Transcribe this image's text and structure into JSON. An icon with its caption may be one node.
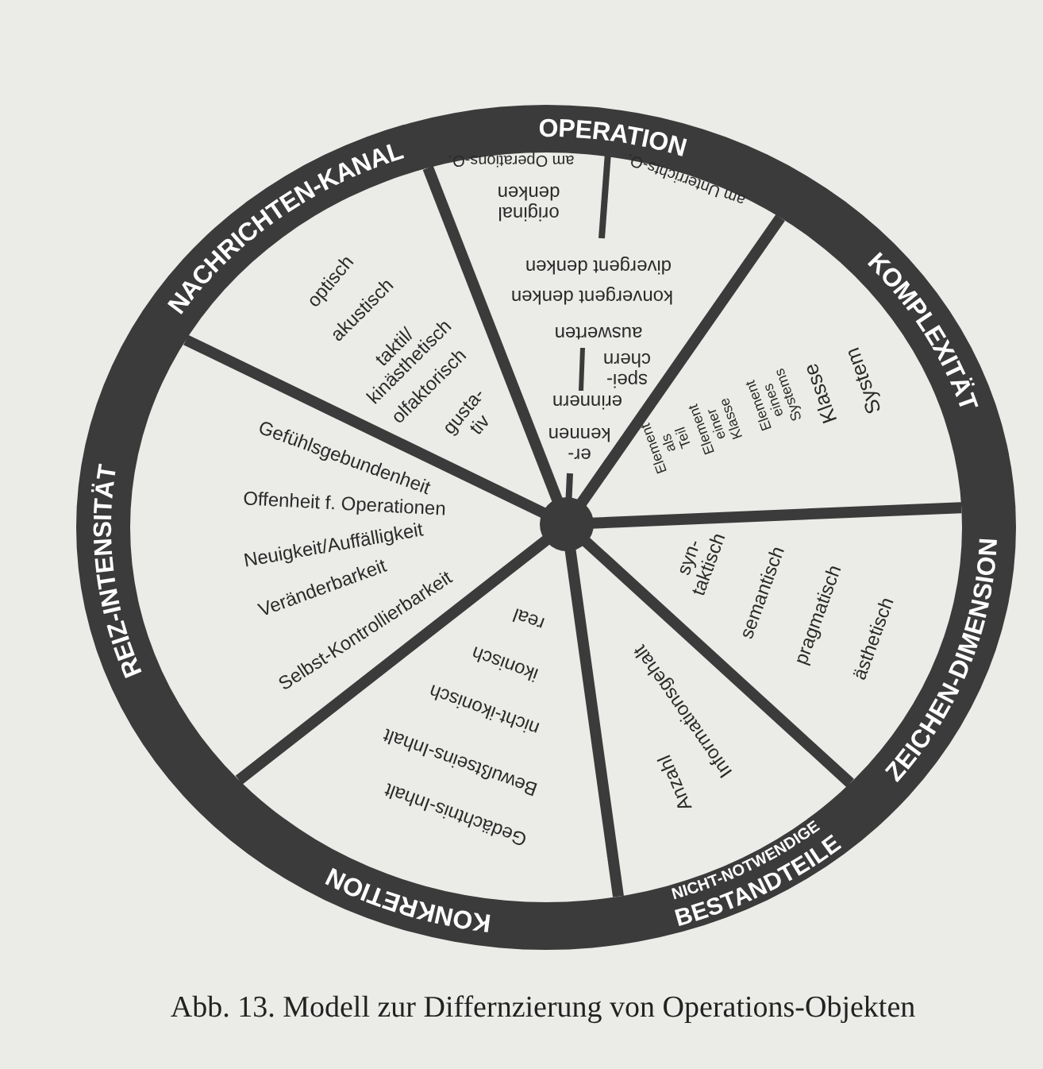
{
  "diagram": {
    "caption": "Abb. 13. Modell zur Differnzierung von Operations-Objekten",
    "nodes": [
      {
        "text": [
          "OPERATION",
          "am Operations-O.",
          "am Unterrichts-O.",
          "original denken",
          "divergent denken",
          "konvergent denken",
          "auswerten",
          "spei- chern",
          "erinnern",
          "er- kennen"
        ]
      },
      {
        "text": [
          "KOMPLEXITÄT",
          "Element als Teil",
          "Element einer Klasse",
          "Element eines Systems",
          "Klasse",
          "System"
        ]
      },
      {
        "text": [
          "ZEICHEN-DIMENSION",
          "syn- taktisch",
          "semantisch",
          "pragmatisch",
          "ästhetisch"
        ]
      },
      {
        "text": [
          "NICHT-NOTWENDIGE BESTANDTEILE",
          "Informationsgehalt",
          "Anzahl"
        ]
      },
      {
        "text": [
          "KONKRETION",
          "real",
          "ikonisch",
          "nicht-ikonisch",
          "Bewußtseins-Inhalt",
          "Gedächtnis-Inhalt"
        ]
      },
      {
        "text": [
          "REIZ-INTENSITÄT",
          "Gefühlsgebundenheit",
          "Offenheit f. Operationen",
          "Neuigkeit/Auffälligkeit",
          "Veränderbarkeit",
          "Selbst-Kontrollierbarkeit"
        ]
      },
      {
        "text": [
          "NACHRICHTEN-KANAL",
          "optisch",
          "akustisch",
          "taktil/ kinästhetisch",
          "olfaktorisch",
          "gusta- tiv"
        ]
      }
    ]
  }
}
